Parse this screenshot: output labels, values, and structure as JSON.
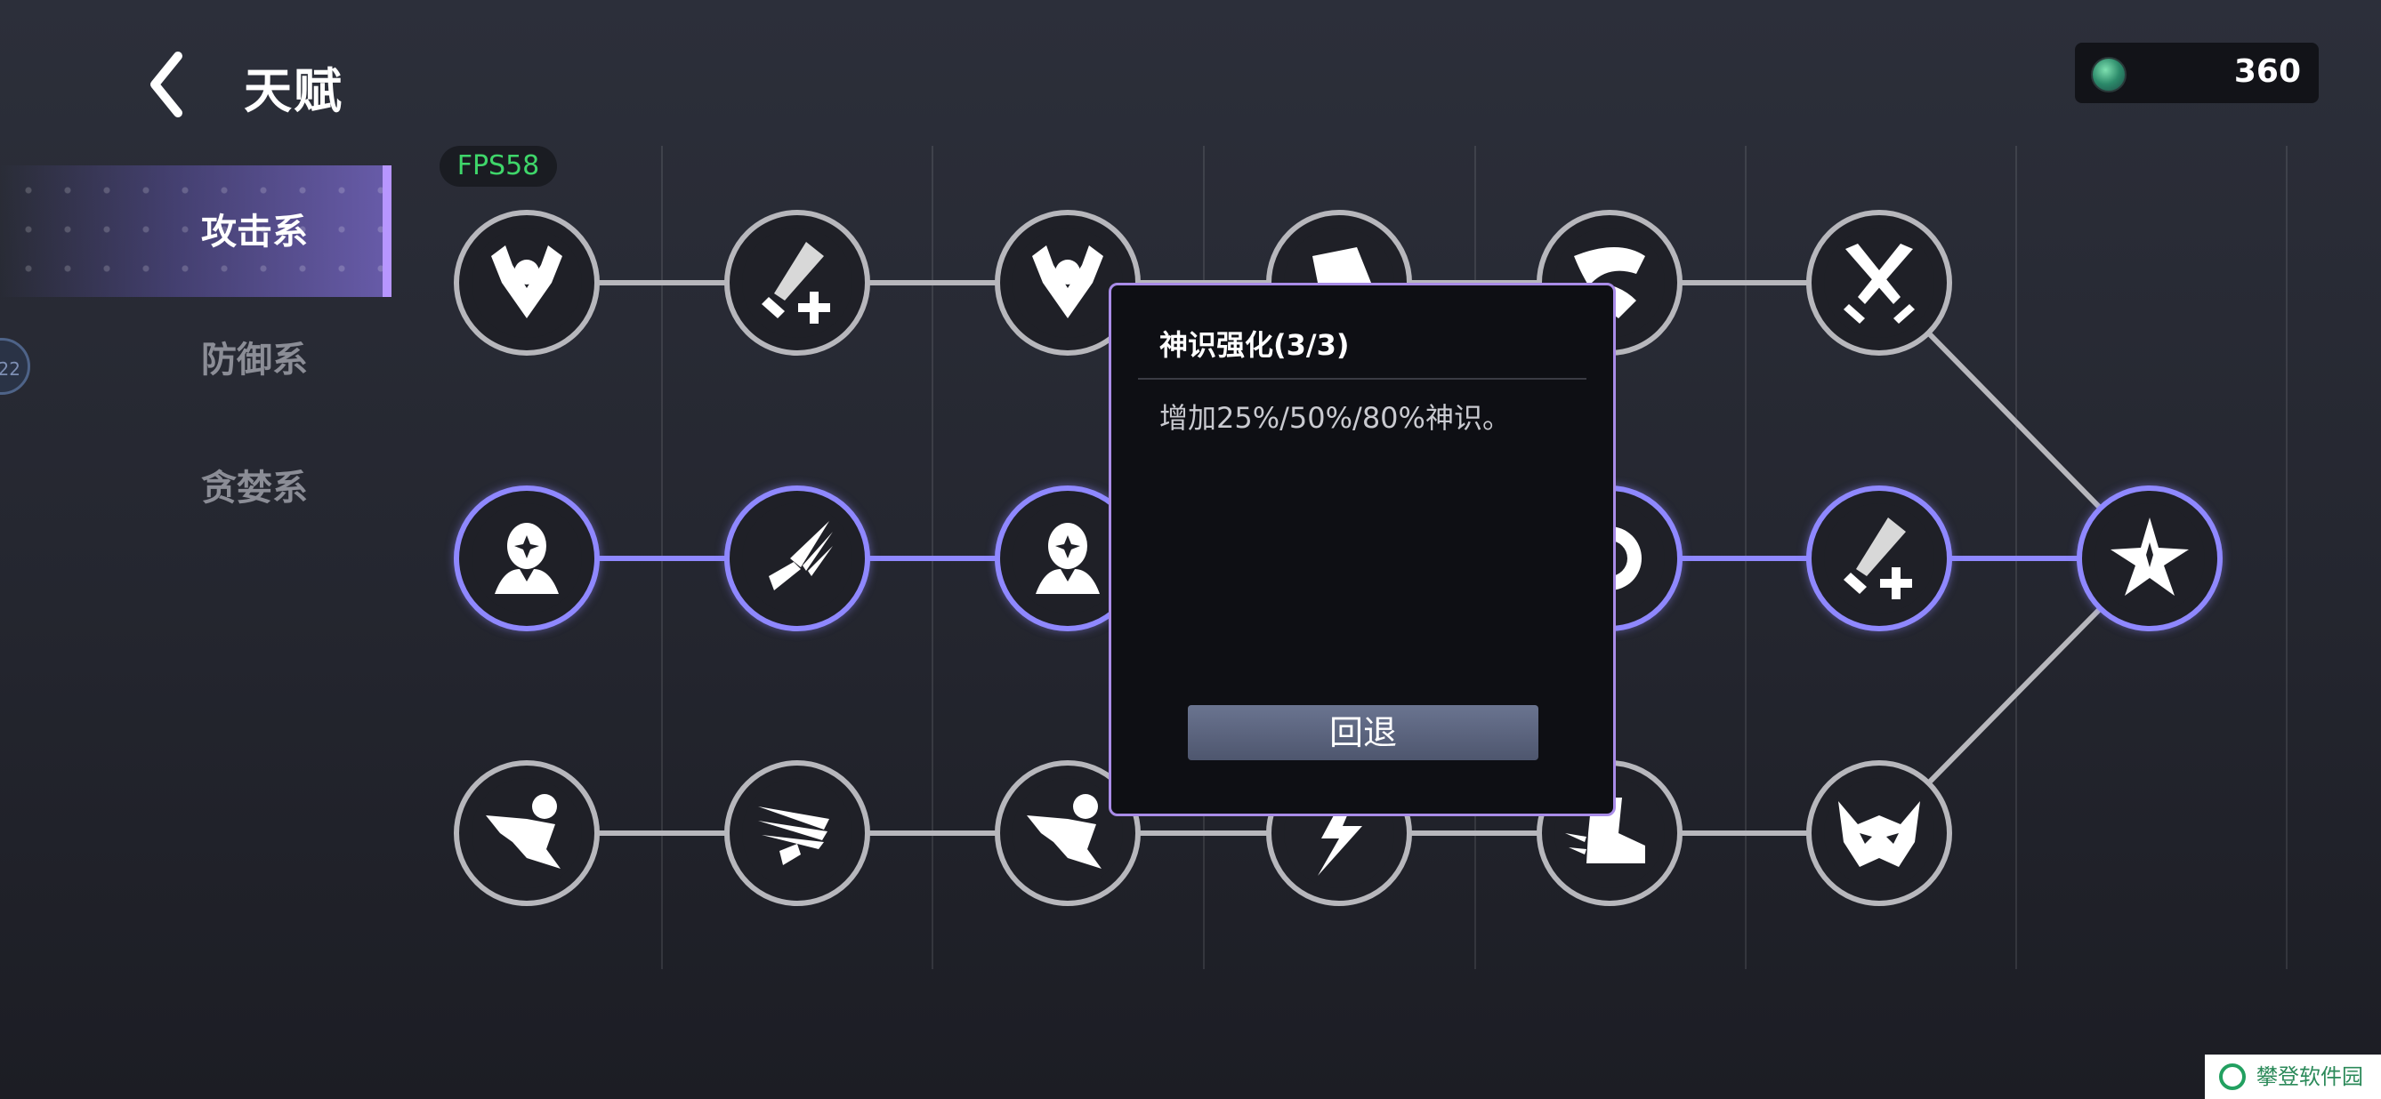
{
  "header": {
    "title": "天赋",
    "back_icon": "chevron-left-icon"
  },
  "currency": {
    "amount": "360",
    "icon": "gem-coin-icon"
  },
  "sidebar": {
    "items": [
      {
        "label": "攻击系",
        "active": true
      },
      {
        "label": "防御系",
        "active": false
      },
      {
        "label": "贪婪系",
        "active": false
      }
    ],
    "badge": "22"
  },
  "fps": "FPS58",
  "tree": {
    "active_color": "#8f88ff",
    "inactive_color": "#b7b7bc",
    "nodes": [
      {
        "id": "r1c1",
        "icon": "fists-up-icon",
        "active": false
      },
      {
        "id": "r1c2",
        "icon": "sword-plus-icon",
        "active": false
      },
      {
        "id": "r1c3",
        "icon": "fists-up-icon",
        "active": false
      },
      {
        "id": "r1c4",
        "icon": "blade-icon",
        "active": false
      },
      {
        "id": "r1c5",
        "icon": "wing-icon",
        "active": false
      },
      {
        "id": "r1c6",
        "icon": "crossed-swords-icon",
        "active": false
      },
      {
        "id": "r2c1",
        "icon": "spirit-head-icon",
        "active": true
      },
      {
        "id": "r2c2",
        "icon": "swift-sword-icon",
        "active": true
      },
      {
        "id": "r2c3",
        "icon": "spirit-head-icon",
        "active": true
      },
      {
        "id": "r2c5",
        "icon": "vortex-icon",
        "active": true
      },
      {
        "id": "r2c6",
        "icon": "sword-plus-icon",
        "active": true
      },
      {
        "id": "r2c7",
        "icon": "star-burst-icon",
        "active": true
      },
      {
        "id": "r3c1",
        "icon": "dash-figure-icon",
        "active": false
      },
      {
        "id": "r3c2",
        "icon": "swift-sword-icon",
        "active": false
      },
      {
        "id": "r3c3",
        "icon": "dash-figure-icon",
        "active": false
      },
      {
        "id": "r3c4",
        "icon": "lightning-icon",
        "active": false
      },
      {
        "id": "r3c5",
        "icon": "boot-dash-icon",
        "active": false
      },
      {
        "id": "r3c6",
        "icon": "demon-mask-icon",
        "active": false
      }
    ]
  },
  "popup": {
    "title": "神识强化(3/3)",
    "description": "增加25%/50%/80%神识。",
    "button_label": "回退"
  },
  "watermark": "攀登软件园"
}
